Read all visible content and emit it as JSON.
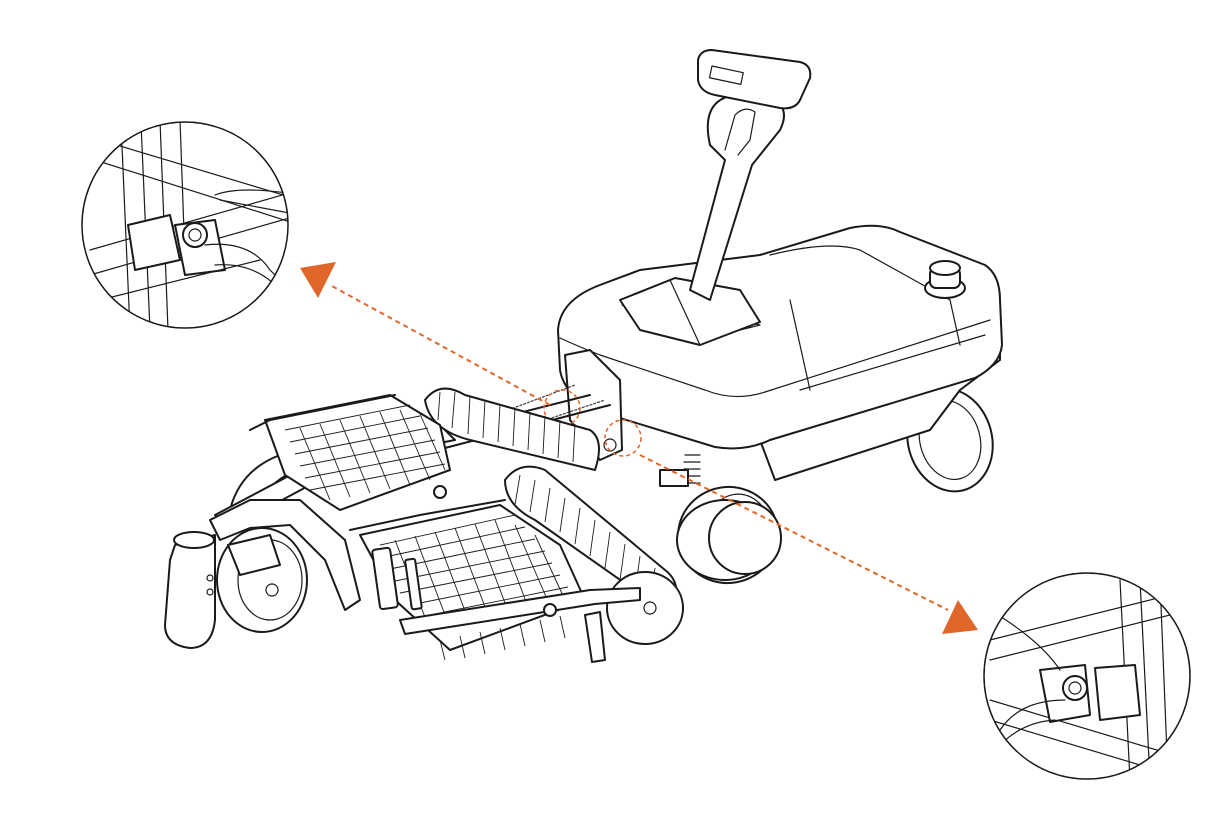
{
  "figure": {
    "description_visible_text": "",
    "accent_color": "#e0662a",
    "line_color": "#1a1a1a",
    "background_color": "#ffffff"
  },
  "callouts": [
    {
      "id": "left-pivot",
      "icon": "magnified-bolt-detail",
      "arrow_direction": "up-left"
    },
    {
      "id": "right-pivot",
      "icon": "magnified-bolt-detail",
      "arrow_direction": "down-right"
    }
  ]
}
